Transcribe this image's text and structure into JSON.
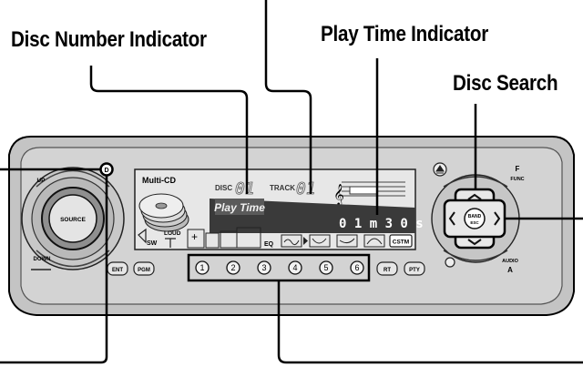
{
  "callouts": {
    "disc_number": "Disc Number Indicator",
    "play_time": "Play Time Indicator",
    "disc_search": "Disc Search"
  },
  "unit": {
    "left_knob": {
      "up": "UP",
      "down": "DOWN",
      "source": "SOURCE",
      "d": "D"
    },
    "display": {
      "multi_cd": "Multi-CD",
      "disc_label": "DISC",
      "disc_value": "01",
      "track_label": "TRACK",
      "track_value": "01",
      "play_time_label": "Play Time",
      "time_value": "0 1 m 3 0 s",
      "sw": "SW",
      "loud": "LOUD",
      "plus": "+",
      "eq": "EQ",
      "cstm": "CSTM"
    },
    "buttons": {
      "ent": "ENT",
      "pgm": "PGM",
      "rt": "RT",
      "pty": "PTY"
    },
    "presets": [
      "1",
      "2",
      "3",
      "4",
      "5",
      "6"
    ],
    "right": {
      "f": "F",
      "func": "FUNC",
      "audio": "AUDIO",
      "a": "A",
      "band": "BAND",
      "esc": "ESC"
    }
  },
  "colors": {
    "faceplate": "#cfcfcf",
    "display_bg": "#e4e4e4",
    "display_band": "#3a3a3a"
  },
  "icons": [
    "eject-icon",
    "disc-stack-icon",
    "music-note-icon",
    "arrow-up-icon",
    "arrow-down-icon",
    "arrow-left-icon",
    "arrow-right-icon"
  ]
}
